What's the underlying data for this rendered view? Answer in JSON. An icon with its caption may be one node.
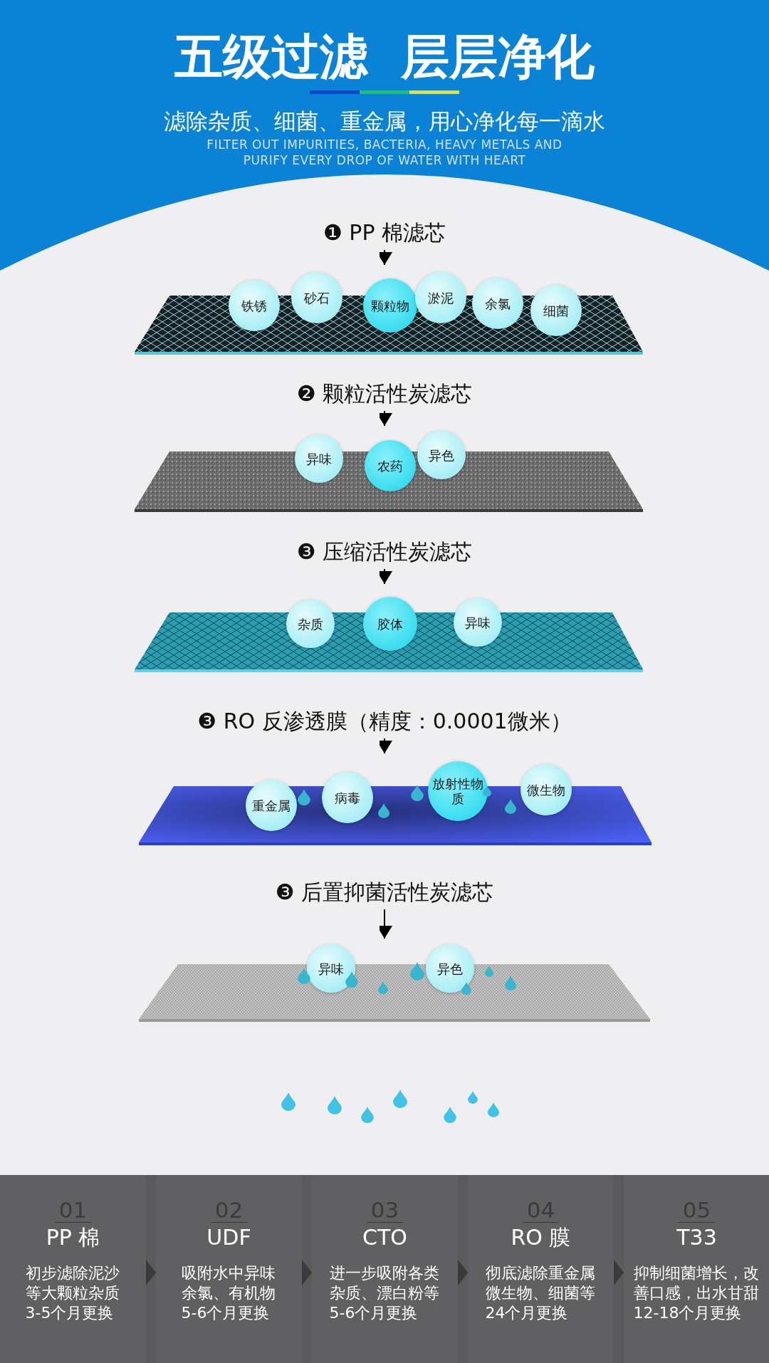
{
  "diagram": {
    "title": "五级过滤 层层净化",
    "nodes": [
      {
        "text": [
          "❶ PP 棉滤芯"
        ]
      },
      {
        "text": [],
        "shape": "box"
      },
      {
        "text": [
          "铁锈"
        ]
      },
      {
        "text": [
          "砂石"
        ]
      },
      {
        "text": [
          "颗粒物"
        ]
      },
      {
        "text": [
          "淤泥"
        ]
      },
      {
        "text": [
          "余氯"
        ]
      },
      {
        "text": [
          "细菌"
        ]
      },
      {
        "text": [
          "❷ 颗粒活性炭滤芯"
        ]
      },
      {
        "text": [],
        "shape": "box"
      },
      {
        "text": [
          "异味"
        ]
      },
      {
        "text": [
          "农药"
        ]
      },
      {
        "text": [
          "异色"
        ]
      },
      {
        "text": [
          "❸ 压缩活性炭滤芯"
        ]
      },
      {
        "text": [],
        "shape": "box"
      },
      {
        "text": [
          "杂质"
        ]
      },
      {
        "text": [
          "胶体"
        ]
      },
      {
        "text": [
          "异味"
        ]
      },
      {
        "text": [
          "❸ RO 反渗透膜（精度：0.0001微米）"
        ]
      },
      {
        "text": [],
        "shape": "box"
      },
      {
        "text": [
          "重金属"
        ]
      },
      {
        "text": [
          "病毒"
        ]
      },
      {
        "text": [
          "放射性物质"
        ]
      },
      {
        "text": [
          "微生物"
        ]
      },
      {
        "text": [
          "❸ 后置抑菌活性炭滤芯"
        ]
      },
      {
        "text": [],
        "shape": "box"
      },
      {
        "text": [
          "异味"
        ]
      },
      {
        "text": [
          "异色"
        ]
      },
      {
        "text": [
          "01",
          "PP 棉",
          "初步滤除泥沙等大颗粒杂质3-5个月更换"
        ]
      },
      {
        "text": [
          "02",
          "UDF",
          "吸附水中异味余氯、有机物5-6个月更换"
        ]
      },
      {
        "text": [
          "03",
          "CTO",
          "进一步吸附各类杂质、漂白粉等5-6个月更换"
        ]
      },
      {
        "text": [
          "04",
          "RO 膜",
          "彻底滤除重金属微生物、细菌等24个月更换"
        ]
      },
      {
        "text": [
          "05",
          "T33",
          "抑制细菌增长，改善口感，出水甘甜12-18个月更换"
        ]
      }
    ],
    "edges": [
      {
        "from": 0,
        "to": 1,
        "arrow": "to"
      },
      {
        "from": 8,
        "to": 9,
        "arrow": "to"
      },
      {
        "from": 13,
        "to": 14,
        "arrow": "to"
      },
      {
        "from": 18,
        "to": 19,
        "arrow": "to"
      },
      {
        "from": 24,
        "to": 25,
        "arrow": "to"
      },
      {
        "from": 28,
        "to": 29,
        "arrow": "to"
      },
      {
        "from": 29,
        "to": 30,
        "arrow": "to"
      },
      {
        "from": 30,
        "to": 31,
        "arrow": "to"
      },
      {
        "from": 31,
        "to": 32,
        "arrow": "to"
      }
    ],
    "labels": [
      "滤除杂质、细菌、重金属，用心净化每一滴水",
      "FILTER OUT IMPURITIES, BACTERIA, HEAVY METALS AND PURIFY EVERY DROP OF WATER WITH HEART"
    ]
  }
}
